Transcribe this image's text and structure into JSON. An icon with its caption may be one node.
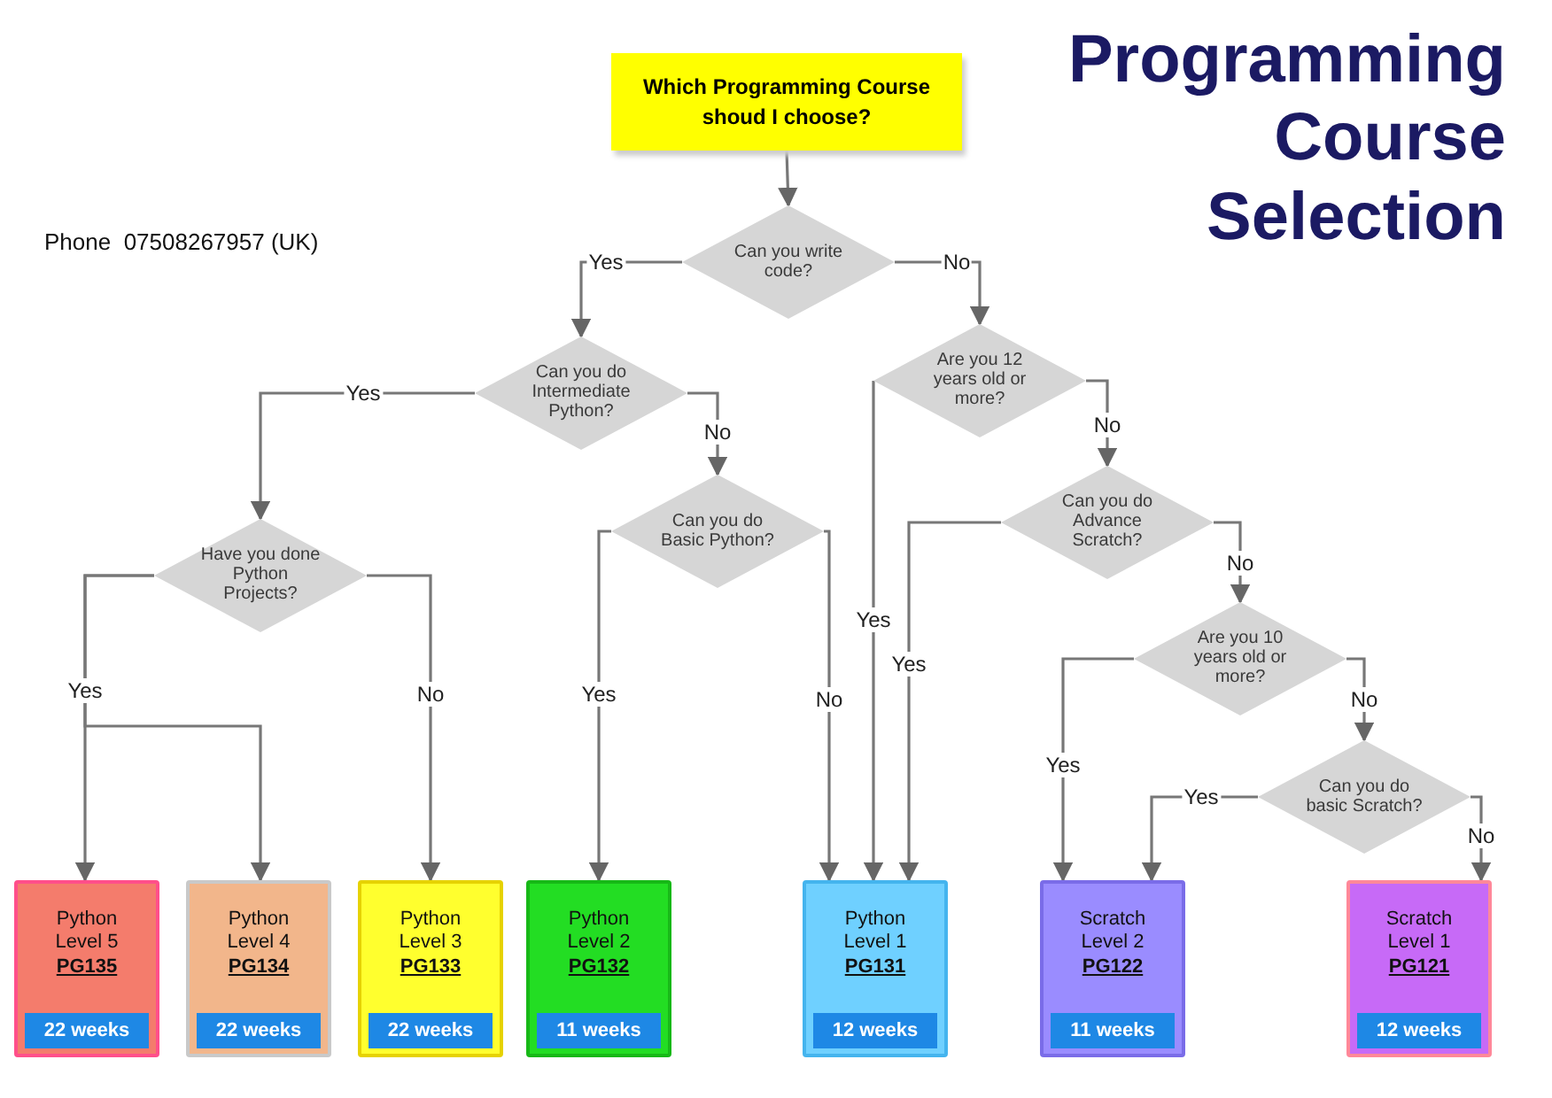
{
  "diagram": {
    "title": "Programming Course Selection",
    "nodes": [
      {
        "text": [
          "Which Programming Course shoud I choose?"
        ]
      },
      {
        "text": [
          "Can you write code?"
        ]
      },
      {
        "text": [
          "Can you do Intermediate Python?"
        ]
      },
      {
        "text": [
          "Are you 12 years old or more?"
        ]
      },
      {
        "text": [
          "Have you done Python Projects?"
        ]
      },
      {
        "text": [
          "Can you do Basic Python?"
        ]
      },
      {
        "text": [
          "Can you do Advance Scratch?"
        ]
      },
      {
        "text": [
          "Are you 10 years old or more?"
        ]
      },
      {
        "text": [
          "Can you do basic Scratch?"
        ]
      },
      {
        "text": [
          "Python Level 5",
          "PG135",
          "22 weeks"
        ]
      },
      {
        "text": [
          "Python Level 4",
          "PG134",
          "22 weeks"
        ]
      },
      {
        "text": [
          "Python Level 3",
          "PG133",
          "22 weeks"
        ]
      },
      {
        "text": [
          "Python Level 2",
          "PG132",
          "11 weeks"
        ]
      },
      {
        "text": [
          "Python Level 1",
          "PG131",
          "12 weeks"
        ]
      },
      {
        "text": [
          "Scratch Level 2",
          "PG122",
          "11 weeks"
        ]
      },
      {
        "text": [
          "Scratch Level 1",
          "PG121",
          "12 weeks"
        ]
      }
    ],
    "edges": [
      {
        "from": 0,
        "to": 1,
        "arrow": "to"
      },
      {
        "from": 1,
        "to": 2,
        "arrow": "to",
        "label": "Yes"
      },
      {
        "from": 1,
        "to": 3,
        "arrow": "to",
        "label": "No"
      },
      {
        "from": 2,
        "to": 4,
        "arrow": "to",
        "label": "Yes"
      },
      {
        "from": 2,
        "to": 5,
        "arrow": "to",
        "label": "No"
      },
      {
        "from": 3,
        "to": 13,
        "arrow": "to",
        "label": "Yes"
      },
      {
        "from": 3,
        "to": 6,
        "arrow": "to",
        "label": "No"
      },
      {
        "from": 6,
        "to": 13,
        "arrow": "to",
        "label": "Yes"
      },
      {
        "from": 6,
        "to": 7,
        "arrow": "to",
        "label": "No"
      },
      {
        "from": 7,
        "to": 14,
        "arrow": "to",
        "label": "Yes"
      },
      {
        "from": 7,
        "to": 8,
        "arrow": "to",
        "label": "No"
      },
      {
        "from": 8,
        "to": 14,
        "arrow": "to",
        "label": "Yes"
      },
      {
        "from": 8,
        "to": 15,
        "arrow": "to",
        "label": "No"
      },
      {
        "from": 4,
        "to": 9,
        "arrow": "to",
        "label": "Yes"
      },
      {
        "from": 4,
        "to": 10,
        "arrow": "to"
      },
      {
        "from": 4,
        "to": 11,
        "arrow": "to",
        "label": "No"
      },
      {
        "from": 5,
        "to": 12,
        "arrow": "to",
        "label": "Yes"
      },
      {
        "from": 5,
        "to": 13,
        "arrow": "to",
        "label": "No"
      }
    ],
    "labels": [
      "Phone  07508267957 (UK)"
    ]
  }
}
